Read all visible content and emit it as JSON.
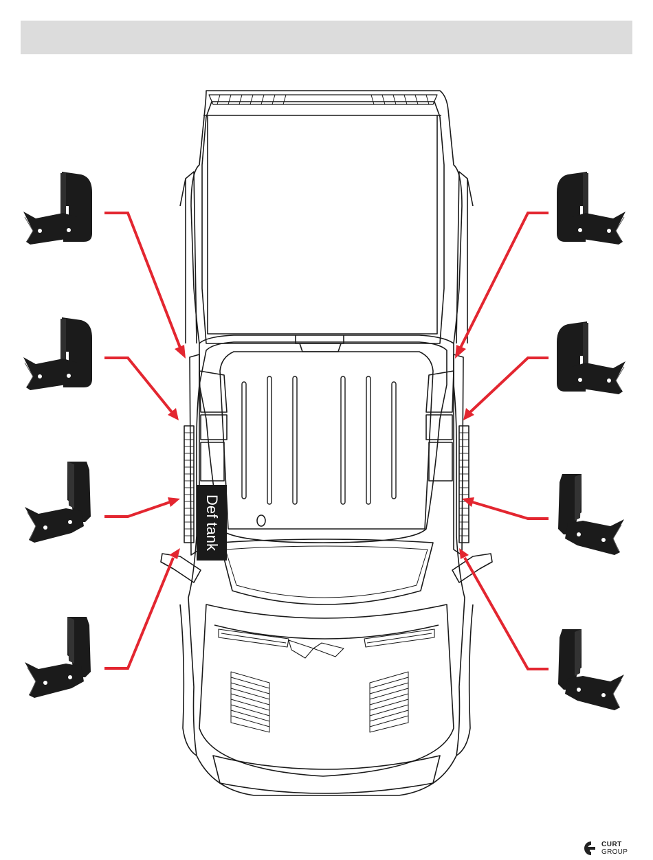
{
  "header": {
    "title": ""
  },
  "label": {
    "def_tank": "Def tank"
  },
  "logo": {
    "line1": "CURT",
    "line2": "GROUP",
    "mark": "curt-group-logo"
  },
  "colors": {
    "arrow": "#e32630",
    "bracket": "#1b1b1b",
    "header_bg": "#dcdcdc"
  },
  "brackets": [
    {
      "id": "bracket-left-1",
      "side": "left"
    },
    {
      "id": "bracket-left-2",
      "side": "left"
    },
    {
      "id": "bracket-left-3",
      "side": "left"
    },
    {
      "id": "bracket-left-4",
      "side": "left"
    },
    {
      "id": "bracket-right-1",
      "side": "right"
    },
    {
      "id": "bracket-right-2",
      "side": "right"
    },
    {
      "id": "bracket-right-3",
      "side": "right"
    },
    {
      "id": "bracket-right-4",
      "side": "right"
    }
  ]
}
